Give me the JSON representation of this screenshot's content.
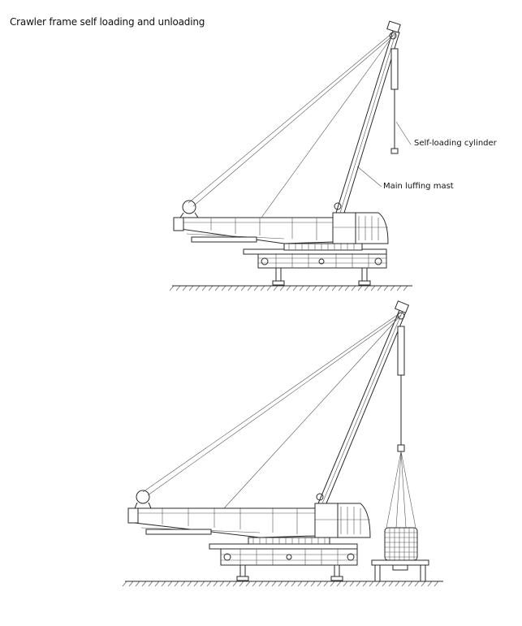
{
  "title": "Crawler frame self loading and unloading",
  "labels": {
    "self_loading_cylinder": "Self-loading cylinder",
    "main_luffing_mast": "Main luffing mast"
  }
}
